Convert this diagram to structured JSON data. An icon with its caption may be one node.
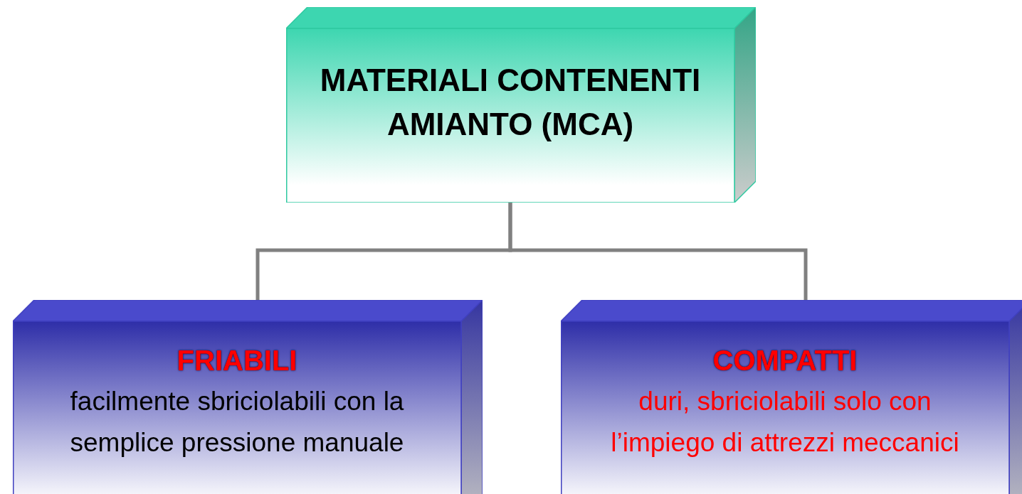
{
  "diagram": {
    "nodes": [
      {
        "text": [
          "MATERIALI CONTENENTI AMIANTO (MCA)"
        ]
      },
      {
        "text": [
          "FRIABILI",
          "facilmente sbriciolabili con la semplice pressione manuale"
        ]
      },
      {
        "text": [
          "COMPATTI",
          "duri, sbriciolabili solo con l’impiego di attrezzi meccanici"
        ]
      }
    ],
    "edges": [
      {
        "from": 0,
        "to": 1,
        "arrow": "none"
      },
      {
        "from": 0,
        "to": 2,
        "arrow": "none"
      }
    ]
  }
}
